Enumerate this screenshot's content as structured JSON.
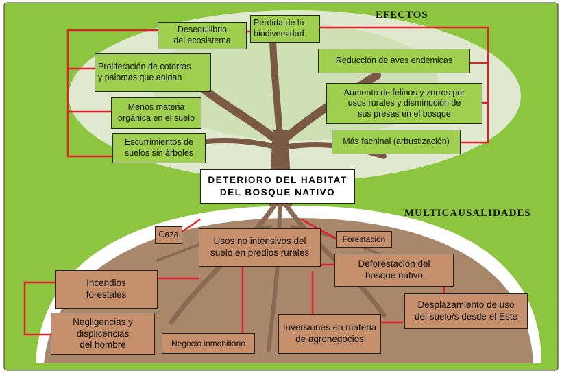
{
  "headings": {
    "effects": "EFECTOS",
    "causes": "MULTICAUSALIDADES"
  },
  "center": {
    "line1": "DETERIORO DEL HABITAT",
    "line2": "DEL BOSQUE NATIVO"
  },
  "effects": {
    "desequilibrio": "Desequilibrio\ndel ecosistema",
    "biodiversidad": "Pérdida de la\nbiodiversidad",
    "cotorras": "Proliferación de cotorras\ny palomas que anidan",
    "materia": "Menos materia\norgánica en el suelo",
    "escurrimientos": "Escurrimientos de\nsuelos sin árboles",
    "aves": "Reducción de aves endémicas",
    "felinos": "Aumento de felinos y zorros por\nusos rurales y disminución de\nsus presas en el bosque",
    "fachinal": "Más fachinal (arbustización)"
  },
  "causes": {
    "caza": "Caza",
    "usos": "Usos no intensivos del\nsuelo en predios rurales",
    "forestacion": "Forestación",
    "deforestacion": "Deforestación del\nbosque nativo",
    "incendios": "Incendios\nforestales",
    "negligencias": "Negligencias y\ndisplicencias\ndel hombre",
    "negocio": "Negocio inmobiliario",
    "inversiones": "Inversiones en materia\nde agronegocios",
    "desplazamiento": "Desplazamiento de uso\ndel suelo/s desde el Este"
  },
  "colors": {
    "frame_green": "#8cc63e",
    "effect_box": "#9fcf4f",
    "cause_box": "#c58f6c",
    "soil": "#a8876a",
    "trunk": "#7a5a44",
    "connector": "#e0202a"
  }
}
